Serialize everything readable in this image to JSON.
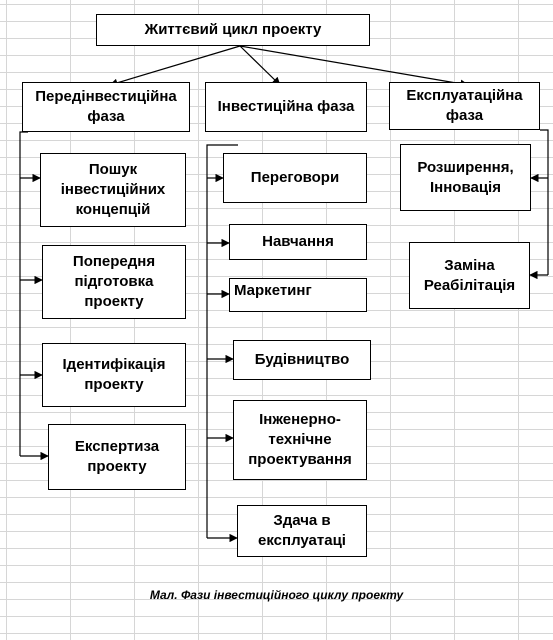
{
  "diagram": {
    "root": "Життєвий цикл проекту",
    "phases": {
      "pre_investment": "Передінвестиційна фаза",
      "investment": "Інвестиційна фаза",
      "operation": "Експлуатаційна фаза"
    },
    "pre_investment_steps": [
      "Пошук інвестиційних концепцій",
      "Попередня підготовка проекту",
      "Ідентифікація проекту",
      "Експертиза проекту"
    ],
    "investment_steps": [
      "Переговори",
      "Навчання",
      "Маркетинг",
      "Будівництво",
      "Інженерно-технічне проектування",
      "Здача в експлуатаці"
    ],
    "operation_steps": [
      "Розширення, Інновація",
      "Заміна Реабілітація"
    ],
    "caption": "Мал. Фази інвестиційного циклу проекту"
  },
  "colors": {
    "line": "#000000",
    "grid": "#d6d6d6",
    "box_fill": "#ffffff"
  }
}
